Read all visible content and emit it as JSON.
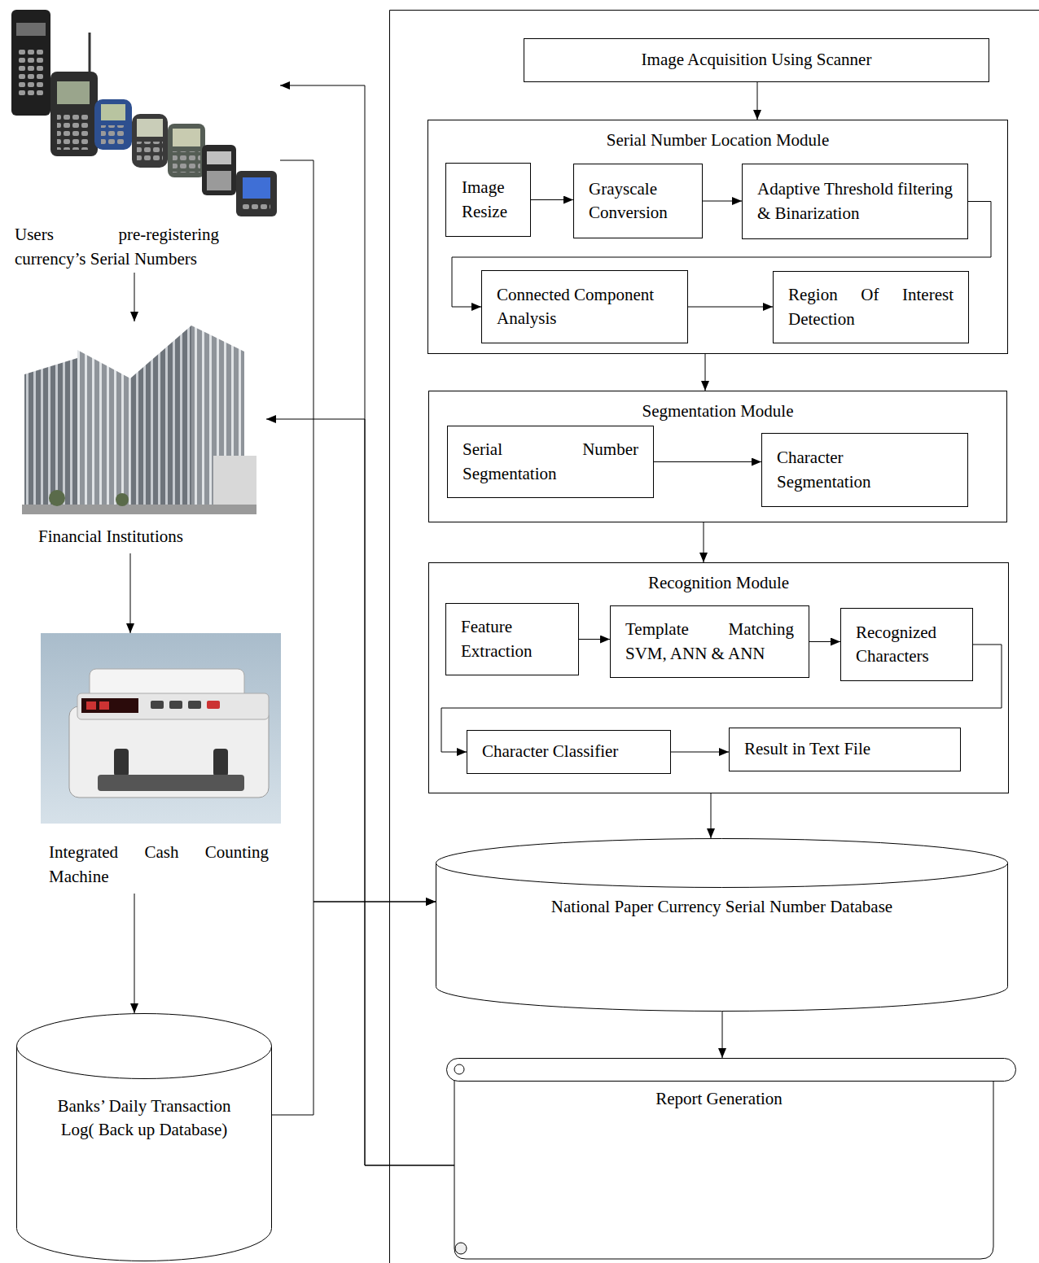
{
  "diagram": {
    "nodes": [
      {
        "text": [
          "Users pre-registering currency’s Serial Numbers"
        ]
      },
      {
        "text": [
          "Financial Institutions"
        ]
      },
      {
        "text": [
          "Integrated Cash Counting Machine"
        ]
      },
      {
        "text": [
          "Banks’ Daily Transaction Log( Back up Database)"
        ]
      },
      {
        "text": [
          "Image Acquisition Using Scanner"
        ]
      },
      {
        "text": [
          "Serial Number Location Module"
        ]
      },
      {
        "text": [
          "Image Resize"
        ],
        "in": 5
      },
      {
        "text": [
          "Grayscale Conversion"
        ],
        "in": 5
      },
      {
        "text": [
          "Adaptive Threshold filtering & Binarization"
        ],
        "in": 5
      },
      {
        "text": [
          "Connected Component Analysis"
        ],
        "in": 5
      },
      {
        "text": [
          "Region Of Interest Detection"
        ],
        "in": 5
      },
      {
        "text": [
          "Segmentation Module"
        ]
      },
      {
        "text": [
          "Serial Number Segmentation"
        ],
        "in": 11
      },
      {
        "text": [
          "Character Segmentation"
        ],
        "in": 11
      },
      {
        "text": [
          "Recognition Module"
        ]
      },
      {
        "text": [
          "Feature Extraction"
        ],
        "in": 14
      },
      {
        "text": [
          "Template Matching SVM, ANN & ANN"
        ],
        "in": 14
      },
      {
        "text": [
          "Recognized Characters"
        ],
        "in": 14
      },
      {
        "text": [
          "Character Classifier"
        ],
        "in": 14
      },
      {
        "text": [
          "Result in Text File"
        ],
        "in": 14
      },
      {
        "text": [
          "National Paper Currency Serial Number Database"
        ]
      },
      {
        "text": [
          "Report Generation"
        ]
      }
    ],
    "edges": [
      {
        "from": 0,
        "to": 1,
        "arrow": "to"
      },
      {
        "from": 1,
        "to": 2,
        "arrow": "to"
      },
      {
        "from": 2,
        "to": 3,
        "arrow": "to"
      },
      {
        "from": 0,
        "to": 20,
        "arrow": "to"
      },
      {
        "from": 3,
        "to": 20,
        "arrow": "to"
      },
      {
        "from": 21,
        "to": 0,
        "arrow": "to"
      },
      {
        "from": 21,
        "to": 1,
        "arrow": "to"
      },
      {
        "from": 4,
        "to": 5,
        "arrow": "to"
      },
      {
        "from": 6,
        "to": 7,
        "arrow": "to"
      },
      {
        "from": 7,
        "to": 8,
        "arrow": "to"
      },
      {
        "from": 8,
        "to": 9,
        "arrow": "to"
      },
      {
        "from": 9,
        "to": 10,
        "arrow": "to"
      },
      {
        "from": 5,
        "to": 11,
        "arrow": "to"
      },
      {
        "from": 12,
        "to": 13,
        "arrow": "to"
      },
      {
        "from": 11,
        "to": 14,
        "arrow": "to"
      },
      {
        "from": 15,
        "to": 16,
        "arrow": "to"
      },
      {
        "from": 16,
        "to": 17,
        "arrow": "to"
      },
      {
        "from": 17,
        "to": 18,
        "arrow": "to"
      },
      {
        "from": 18,
        "to": 19,
        "arrow": "to"
      },
      {
        "from": 14,
        "to": 20,
        "arrow": "to"
      },
      {
        "from": 20,
        "to": 21,
        "arrow": "to"
      }
    ]
  }
}
